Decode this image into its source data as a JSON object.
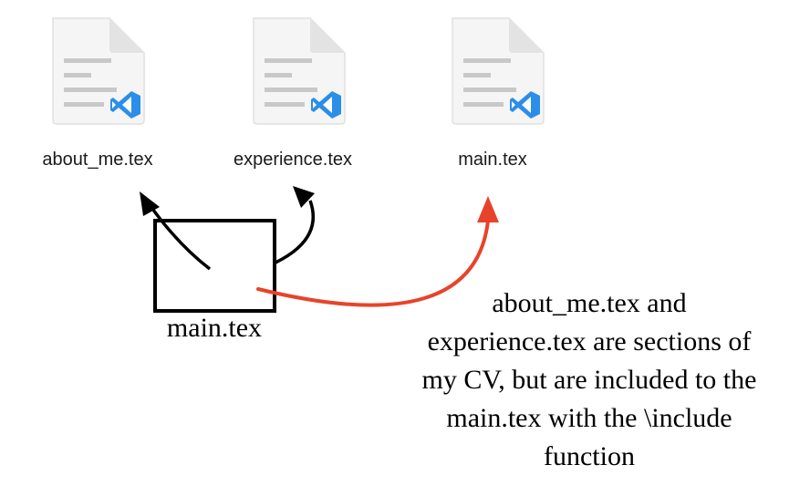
{
  "files": [
    {
      "name": "about_me.tex",
      "icon": "vscode-tex-file-icon"
    },
    {
      "name": "experience.tex",
      "icon": "vscode-tex-file-icon"
    },
    {
      "name": "main.tex",
      "icon": "vscode-tex-file-icon"
    }
  ],
  "box": {
    "label": "main.tex"
  },
  "note": {
    "lines": [
      "about_me.tex and",
      "experience.tex are sections of",
      "my CV, but are included to the",
      "main.tex with the \\include",
      "function"
    ]
  },
  "colors": {
    "arrow_black": "#000000",
    "arrow_red": "#e8432a",
    "vscode_blue": "#2b8ee8",
    "page_lines": "#c8c8c8"
  }
}
